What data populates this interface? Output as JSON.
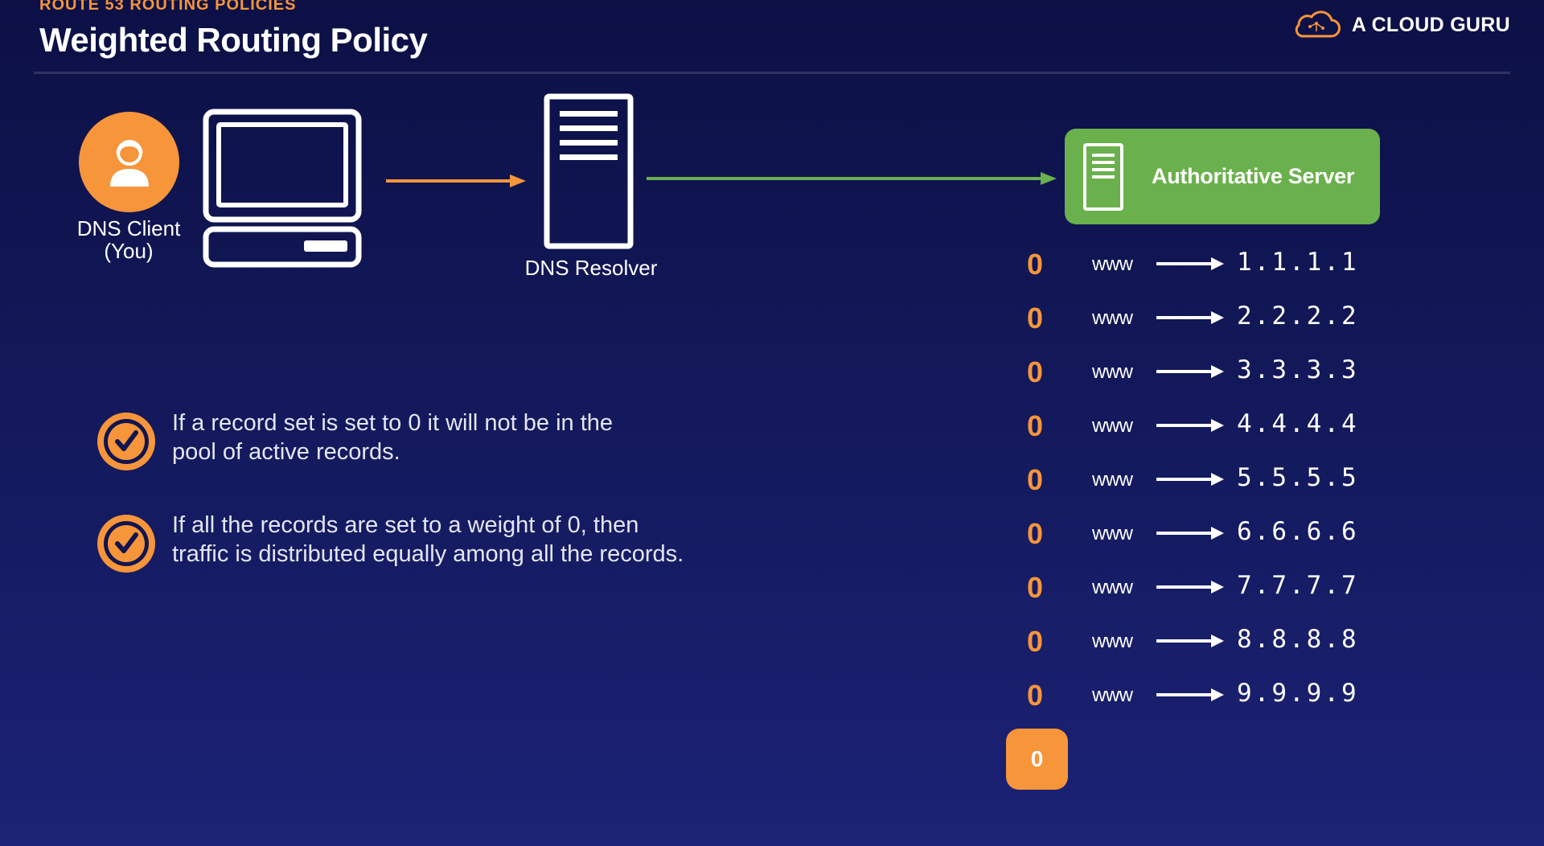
{
  "header": {
    "kicker": "ROUTE 53 ROUTING POLICIES",
    "title": "Weighted Routing Policy",
    "brand": "A CLOUD GURU"
  },
  "diagram": {
    "client_label_line1": "DNS Client",
    "client_label_line2": "(You)",
    "resolver_label": "DNS Resolver",
    "authoritative_label": "Authoritative Server",
    "records": [
      {
        "weight": "0",
        "host": "www",
        "ip": "1.1.1.1"
      },
      {
        "weight": "0",
        "host": "www",
        "ip": "2.2.2.2"
      },
      {
        "weight": "0",
        "host": "www",
        "ip": "3.3.3.3"
      },
      {
        "weight": "0",
        "host": "www",
        "ip": "4.4.4.4"
      },
      {
        "weight": "0",
        "host": "www",
        "ip": "5.5.5.5"
      },
      {
        "weight": "0",
        "host": "www",
        "ip": "6.6.6.6"
      },
      {
        "weight": "0",
        "host": "www",
        "ip": "7.7.7.7"
      },
      {
        "weight": "0",
        "host": "www",
        "ip": "8.8.8.8"
      },
      {
        "weight": "0",
        "host": "www",
        "ip": "9.9.9.9"
      }
    ],
    "weight_input_value": "0"
  },
  "bullets": [
    {
      "line1": "If a record set is set to 0 it will not be in the",
      "line2": "pool of active records."
    },
    {
      "line1": "If all the records are set to a weight of 0, then",
      "line2": "traffic is distributed equally among all the records."
    }
  ],
  "colors": {
    "accent_orange": "#f7953b",
    "server_green": "#6ab04c",
    "background": "#0c1045"
  },
  "icons": {
    "user": "person-icon",
    "computer": "laptop-icon",
    "resolver": "server-icon",
    "check": "checkmark-circle-icon",
    "logo": "cloud-logo-icon"
  }
}
